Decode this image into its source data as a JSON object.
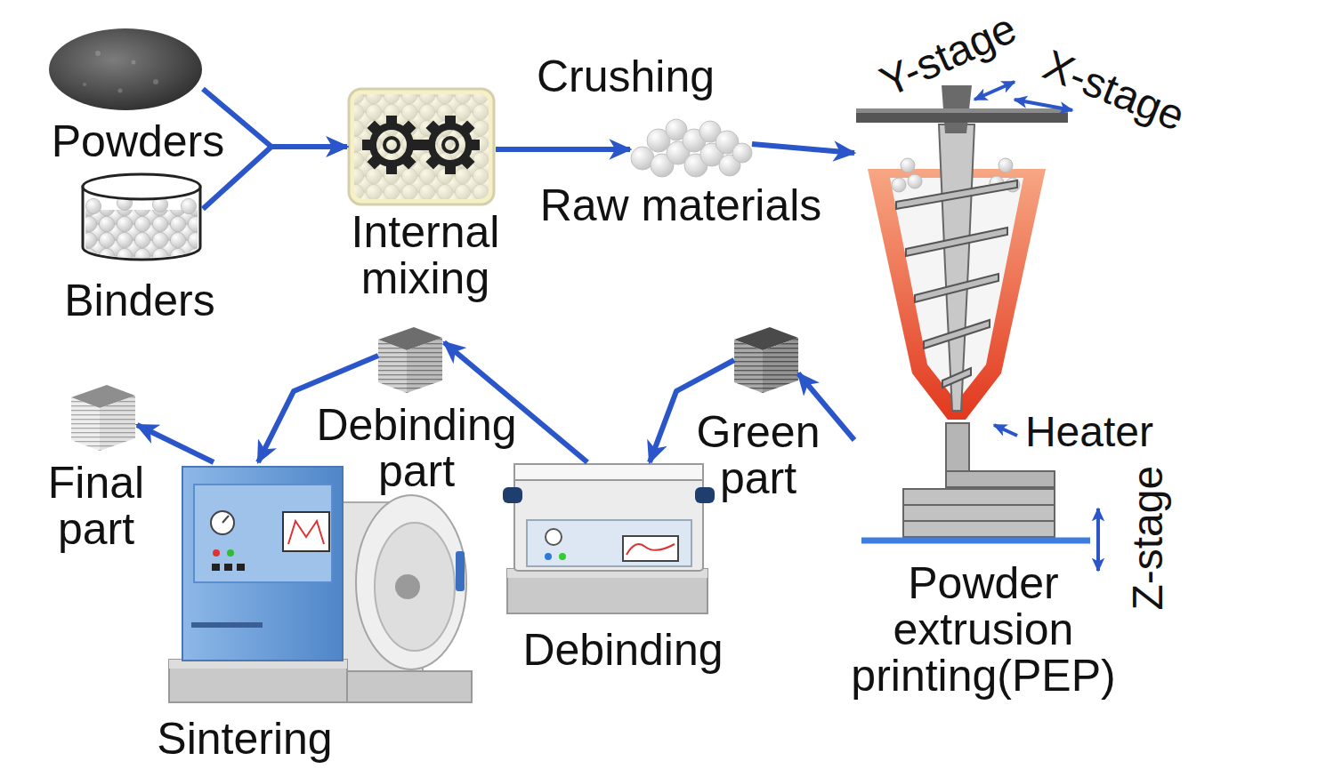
{
  "diagram": {
    "nodes": [
      {
        "text": [
          "Powders"
        ]
      },
      {
        "text": [
          "Binders"
        ]
      },
      {
        "text": [
          "Internal mixing"
        ]
      },
      {
        "text": [
          "Raw materials"
        ]
      },
      {
        "text": [
          "Powder extrusion printing(PEP)"
        ]
      },
      {
        "text": [
          "Green part"
        ]
      },
      {
        "text": [
          "Debinding"
        ]
      },
      {
        "text": [
          "Debinding part"
        ]
      },
      {
        "text": [
          "Sintering"
        ]
      },
      {
        "text": [
          "Final part"
        ]
      }
    ],
    "edges": [
      {
        "from": 0,
        "to": 2,
        "arrow": "to"
      },
      {
        "from": 1,
        "to": 2,
        "arrow": "to"
      },
      {
        "from": 2,
        "to": 3,
        "label": "Crushing",
        "arrow": "to"
      },
      {
        "from": 3,
        "to": 4,
        "arrow": "to"
      },
      {
        "from": 4,
        "to": 5,
        "arrow": "to"
      },
      {
        "from": 5,
        "to": 6,
        "arrow": "to"
      },
      {
        "from": 6,
        "to": 7,
        "arrow": "to"
      },
      {
        "from": 7,
        "to": 8,
        "arrow": "to"
      },
      {
        "from": 8,
        "to": 9,
        "arrow": "to"
      }
    ],
    "labels": [
      "Y-stage",
      "X-stage",
      "Heater",
      "Z-stage"
    ]
  }
}
